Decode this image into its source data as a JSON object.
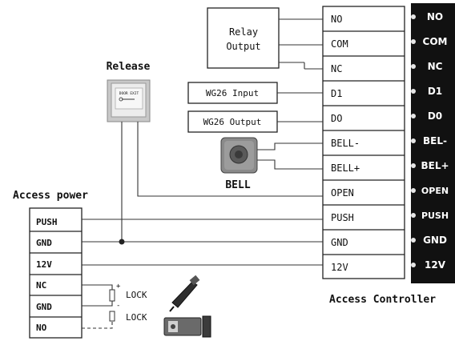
{
  "release": {
    "title": "Release",
    "button_caption": "DOOR EXIT"
  },
  "access_power": {
    "title": "Access power",
    "terminals": [
      "PUSH",
      "GND",
      "12V",
      "NC",
      "GND",
      "NO"
    ]
  },
  "relay": {
    "line1": "Relay",
    "line2": "Output"
  },
  "wiegand": {
    "input": "WG26 Input",
    "output": "WG26 Output"
  },
  "bell": {
    "label": "BELL"
  },
  "controller": {
    "title": "Access Controller",
    "terminals": [
      "NO",
      "COM",
      "NC",
      "D1",
      "DO",
      "BELL-",
      "BELL+",
      "OPEN",
      "PUSH",
      "GND",
      "12V"
    ],
    "strip_labels": [
      "NO",
      "COM",
      "NC",
      "D1",
      "D0",
      "BEL-",
      "BEL+",
      "OPEN",
      "PUSH",
      "GND",
      "12V"
    ]
  },
  "lock": {
    "label1": "LOCK",
    "label2": "LOCK",
    "plus": "+",
    "minus": "-"
  },
  "colors": {
    "line": "#333333",
    "strip": "#111111",
    "button_plate": "#d9d9d9"
  }
}
